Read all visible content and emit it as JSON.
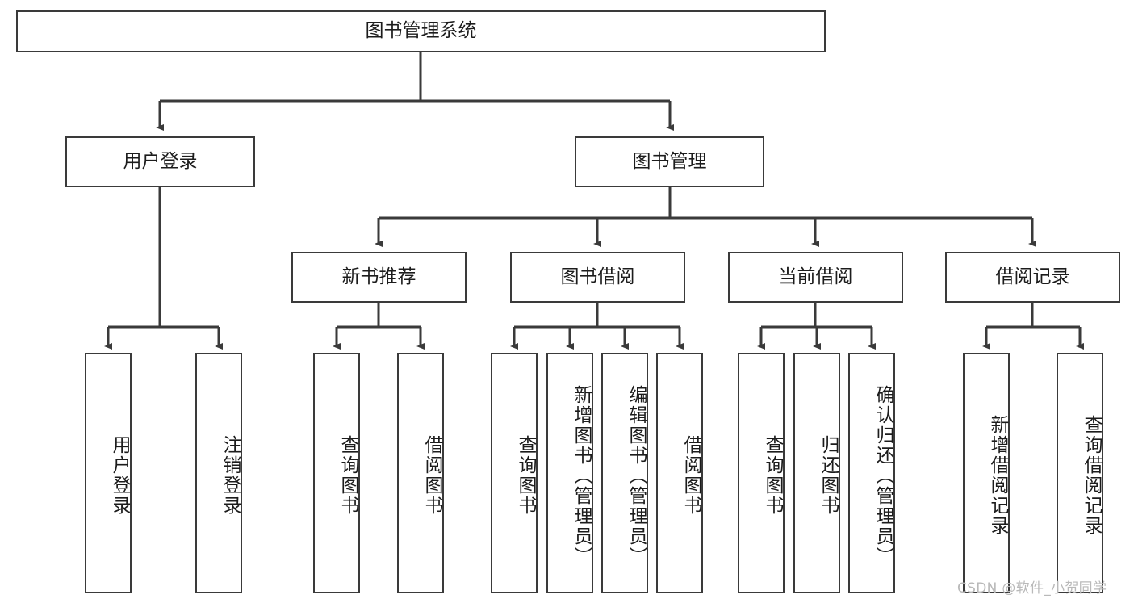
{
  "diagram": {
    "title_node": {
      "label": "图书管理系统"
    },
    "level2": [
      {
        "label": "用户登录"
      },
      {
        "label": "图书管理"
      }
    ],
    "level3": [
      {
        "label": "新书推荐"
      },
      {
        "label": "图书借阅"
      },
      {
        "label": "当前借阅"
      },
      {
        "label": "借阅记录"
      }
    ],
    "leaves": {
      "user_login": [
        {
          "label": "用户登录"
        },
        {
          "label": "注销登录"
        }
      ],
      "new_book_recommend": [
        {
          "label": "查询图书"
        },
        {
          "label": "借阅图书"
        }
      ],
      "book_borrow": [
        {
          "label": "查询图书"
        },
        {
          "label": "新增图书（管理员）"
        },
        {
          "label": "编辑图书（管理员）"
        },
        {
          "label": "借阅图书"
        }
      ],
      "current_borrow": [
        {
          "label": "查询图书"
        },
        {
          "label": "归还图书"
        },
        {
          "label": "确认归还（管理员）"
        }
      ],
      "borrow_record": [
        {
          "label": "新增借阅记录"
        },
        {
          "label": "查询借阅记录"
        }
      ]
    }
  },
  "watermark": {
    "text": "CSDN @软件_小贺同学"
  },
  "colors": {
    "stroke": "#3a3a3a",
    "text": "#1c1c1c",
    "background": "#ffffff",
    "watermark": "#b9b9b9"
  }
}
